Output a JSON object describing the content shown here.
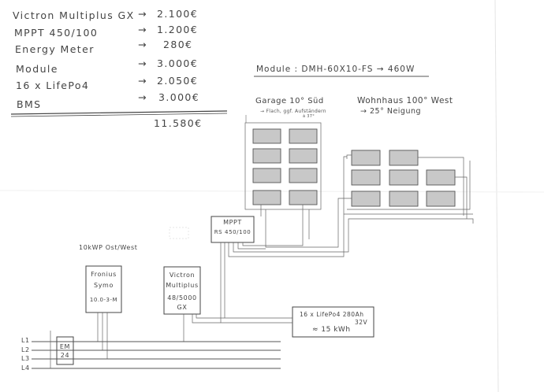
{
  "costs": [
    {
      "item": "Victron Multiplus GX",
      "arrow": "→",
      "price": "2.100€"
    },
    {
      "item": "MPPT 450/100",
      "arrow": "→",
      "price": "1.200€"
    },
    {
      "item": "Energy Meter",
      "arrow": "→",
      "price": "280€"
    },
    {
      "item": "Module",
      "arrow": "→",
      "price": "3.000€"
    },
    {
      "item": "16 x LifePo4",
      "arrow": "→",
      "price": "2.050€"
    },
    {
      "item": "BMS",
      "arrow": "→",
      "price": "3.000€"
    }
  ],
  "total": "11.580€",
  "module_header": "Module : DMH-60X10-FS → 460W",
  "garage": {
    "title": "Garage 10° Süd",
    "note": "→ Flach, ggf. Aufständern",
    "angle": "à 37°"
  },
  "wohnhaus": {
    "title": "Wohnhaus 100° West",
    "note": "→ 25° Neigung"
  },
  "mppt": {
    "line1": "MPPT",
    "line2": "RS 450/100"
  },
  "fronius_label": "10kWP Ost/West",
  "fronius": {
    "line1": "Fronius",
    "line2": "Symo",
    "line3": "10.0-3-M"
  },
  "victron": {
    "line1": "Victron",
    "line2": "Multiplus",
    "line3": "48/5000",
    "line4": "GX"
  },
  "battery": {
    "line1": "16 x LifePo4 280Ah",
    "line2": "32V",
    "line3": "≈ 15 kWh"
  },
  "em": {
    "line1": "EM",
    "line2": "24"
  },
  "phases": [
    "L1",
    "L2",
    "L3",
    "L4"
  ]
}
